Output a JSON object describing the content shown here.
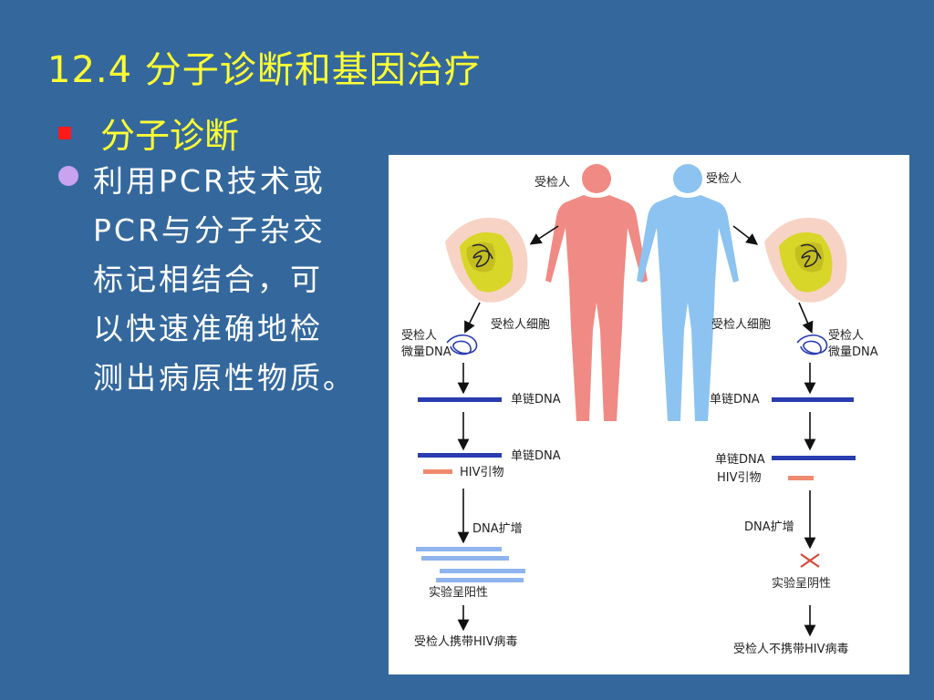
{
  "slide": {
    "title": "12.4 分子诊断和基因治疗",
    "subtitle": "分子诊断",
    "body": "利用PCR技术或\nPCR与分子杂交\n标记相结合，可\n以快速准确地检\n测出病原性物质。"
  },
  "colors": {
    "background": "#34689d",
    "title": "#ffff33",
    "bullet_square": "#ff1a1a",
    "bullet_dot": "#c9a2f0",
    "person_left": "#f08a84",
    "person_right": "#8cc3f0",
    "dna_strand": "#2a3cb0",
    "primer": "#f08a6e",
    "amplified": "#8fb4ee",
    "cross": "#d84a3c"
  },
  "figure": {
    "left": {
      "person_label": "受检人",
      "cell_label": "受检人细胞",
      "dna_label": "受检人\n微量DNA",
      "ss_label": "单链DNA",
      "ss_label2": "单链DNA",
      "primer_label": "HIV引物",
      "amplify_label": "DNA扩增",
      "result_label": "实验呈阳性",
      "conclusion": "受检人携带HIV病毒"
    },
    "right": {
      "person_label": "受检人",
      "cell_label": "受检人细胞",
      "dna_label": "受检人\n微量DNA",
      "ss_label": "单链DNA",
      "ss_label2": "单链DNA",
      "primer_label": "HIV引物",
      "amplify_label": "DNA扩增",
      "result_label": "实验呈阴性",
      "conclusion": "受检人不携带HIV病毒"
    }
  }
}
